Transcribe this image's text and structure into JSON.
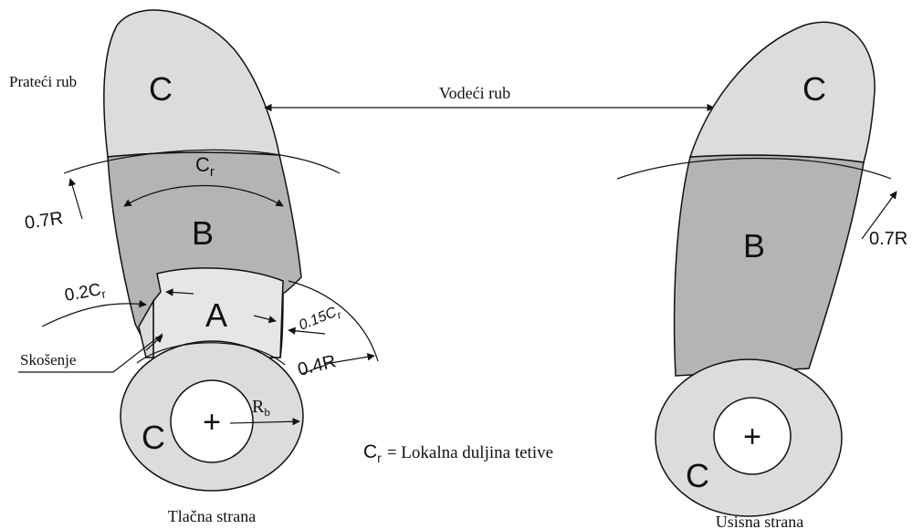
{
  "colors": {
    "zone_c": "#dcdcdc",
    "zone_b": "#b4b4b4",
    "zone_a": "#e6e6e6",
    "outline": "#111111"
  },
  "labels": {
    "trailing_edge": "Prateći rub",
    "leading_edge": "Vodeći rub",
    "chamfer": "Skošenje",
    "pressure_side": "Tlačna strana",
    "suction_side": "Usisna strana",
    "definition_symbol": "C",
    "definition_sub": "r",
    "definition_text": "= Lokalna duljina tetive"
  },
  "left_blade": {
    "zone_c_tip": "C",
    "zone_b": "B",
    "zone_a": "A",
    "zone_c_hub": "C",
    "cr_symbol": "C",
    "cr_sub": "r",
    "dim_07r": "0.7R",
    "dim_02cr_main": "0.2C",
    "dim_02cr_sub": "r",
    "dim_015cr_main": "0.15C",
    "dim_015cr_sub": "r",
    "dim_04r": "0.4R",
    "hub_plus": "+",
    "rb_main": "R",
    "rb_sub": "b"
  },
  "right_blade": {
    "zone_c_tip": "C",
    "zone_b": "B",
    "zone_c_hub": "C",
    "dim_07r": "0.7R",
    "hub_plus": "+"
  }
}
